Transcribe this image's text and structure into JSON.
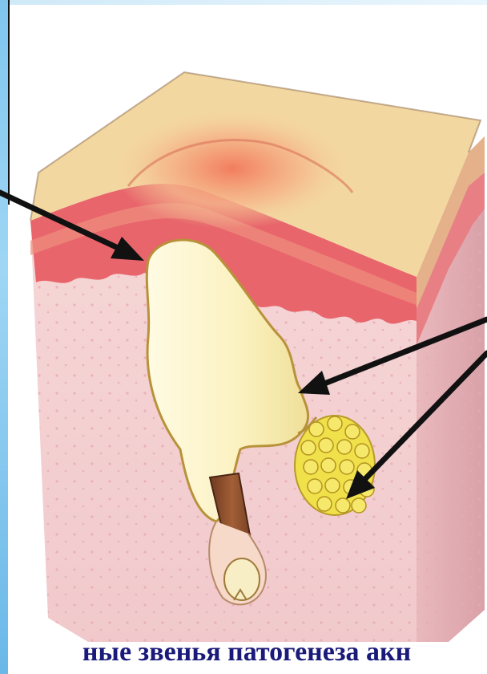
{
  "caption": {
    "text": "ные звенья патогенеза акн"
  },
  "colors": {
    "caption_text": "#1a1a7a",
    "left_strip": "#7fc6ee",
    "epidermis_top": "#f3d7a0",
    "inflamed_layer": "#e8656b",
    "dermis": "#f4d2d3",
    "sebum_plug": "#fbf4c2",
    "sebaceous_gland": "#f0e04a",
    "hair_shaft": "#8b4a2b",
    "arrows": "#111111"
  },
  "diagram": {
    "subject": "skin-cross-section-with-comedone",
    "arrow_targets": [
      "inflamed-layer-arrow",
      "follicle-wall-arrow",
      "sebaceous-gland-arrow"
    ]
  }
}
